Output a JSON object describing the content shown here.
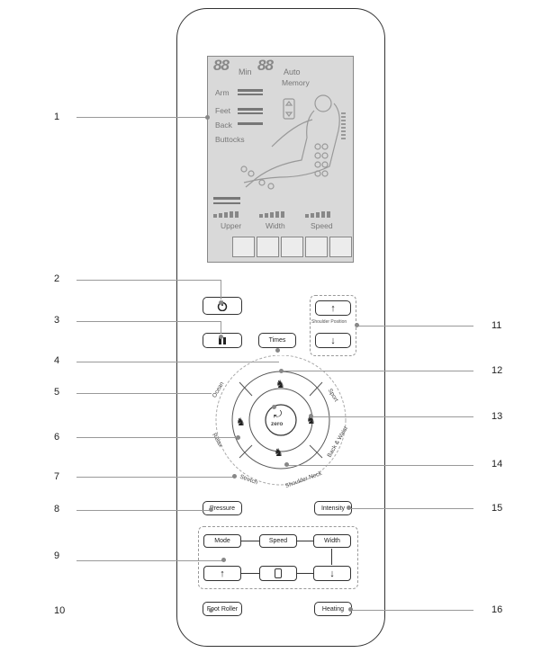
{
  "lcd": {
    "digits_min": "88",
    "min_label": "Min",
    "digits_auto": "88",
    "auto_label": "Auto",
    "memory_label": "Memory",
    "arm": "Arm",
    "feet": "Feet",
    "back": "Back",
    "buttocks": "Buttocks",
    "upper": "Upper",
    "width": "Width",
    "speed": "Speed"
  },
  "buttons": {
    "times": "Times",
    "shoulder": "Shoulder Position",
    "zero": "zero",
    "ocean": "Ocean",
    "sport": "Sport",
    "relax": "Relax",
    "back_waist": "Back & Waist",
    "stretch": "Stretch",
    "shoulder_neck": "Shoulder Neck",
    "pressure": "Pressure",
    "intensity": "Intensity",
    "mode": "Mode",
    "speed": "Speed",
    "width": "Width",
    "foot_roller": "Foot Roller",
    "heating": "Heating"
  },
  "callouts": [
    "1",
    "2",
    "3",
    "4",
    "5",
    "6",
    "7",
    "8",
    "9",
    "10",
    "11",
    "12",
    "13",
    "14",
    "15",
    "16"
  ],
  "icons": {
    "power": "power-icon",
    "pause": "pause-icon",
    "up": "up-arrow-icon",
    "down": "down-arrow-icon"
  }
}
